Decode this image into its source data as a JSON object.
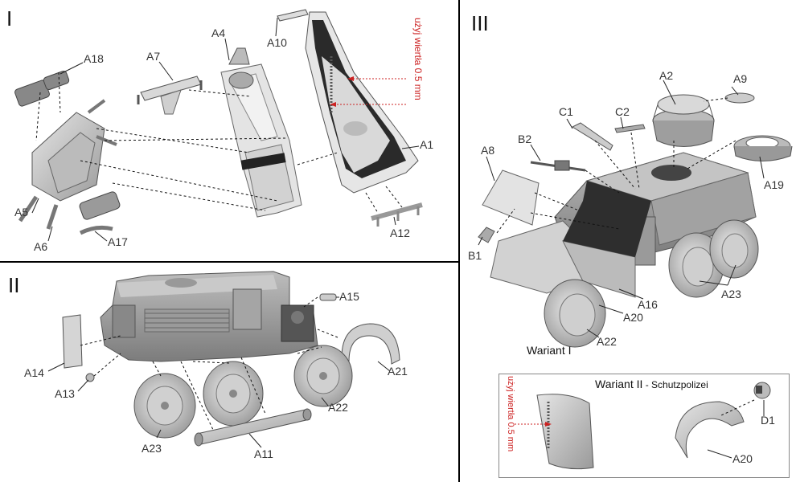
{
  "panels": {
    "p1": {
      "numeral": "I"
    },
    "p2": {
      "numeral": "II"
    },
    "p3": {
      "numeral": "III"
    }
  },
  "labels": {
    "A1": "A1",
    "A2": "A2",
    "A4": "A4",
    "A5": "A5",
    "A6": "A6",
    "A7": "A7",
    "A8": "A8",
    "A9": "A9",
    "A10": "A10",
    "A11": "A11",
    "A12": "A12",
    "A13": "A13",
    "A14": "A14",
    "A15": "A15",
    "A16": "A16",
    "A17": "A17",
    "A18": "A18",
    "A19": "A19",
    "A20": "A20",
    "A20b": "A20",
    "A21": "A21",
    "A22": "A22",
    "A22b": "A22",
    "A23": "A23",
    "A23b": "A23",
    "B1": "B1",
    "B2": "B2",
    "C1": "C1",
    "C2": "C2",
    "D1": "D1"
  },
  "drill_note": "użyj wiertła 0.5 mm",
  "drill_note_2": "użyj wiertła 0.5 mm",
  "variant1": {
    "title": "Wariant I"
  },
  "variant2": {
    "title": "Wariant II",
    "subtitle": " - Schutzpolizei"
  },
  "colors": {
    "line": "#000000",
    "part_fill": "#cfcfcf",
    "part_dark": "#8a8a8a",
    "red": "#cc2222",
    "leader": "#222222"
  }
}
